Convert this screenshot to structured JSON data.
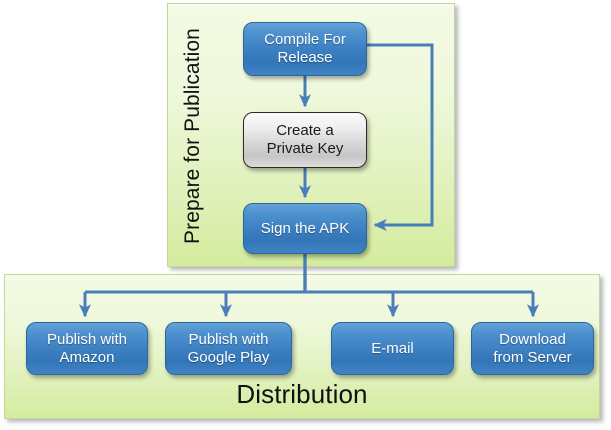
{
  "diagram": {
    "title": "Prepare for Publication and Distribution flow",
    "type": "flowchart",
    "colors": {
      "node_blue_fill": "#3d80c2",
      "node_blue_border": "#2f6699",
      "node_gray_fill": "#d2d2d2",
      "node_gray_border": "#2a2a2a",
      "panel_fill": "#e4f3c4",
      "panel_border": "#c3d69b",
      "connector": "#4a7ebb",
      "text_light": "#ffffff",
      "text_dark": "#111111"
    }
  },
  "groups": {
    "prepare": {
      "title": "Prepare for Publication",
      "nodes": [
        {
          "id": "compile",
          "label": "Compile For\nRelease",
          "line1": "Compile For",
          "line2": "Release",
          "style": "blue"
        },
        {
          "id": "private_key",
          "label": "Create a\nPrivate Key",
          "line1": "Create a",
          "line2": "Private Key",
          "style": "gray"
        },
        {
          "id": "sign",
          "label": "Sign the APK",
          "line1": "Sign the APK",
          "line2": "",
          "style": "blue"
        }
      ]
    },
    "distribution": {
      "title": "Distribution",
      "nodes": [
        {
          "id": "amazon",
          "label": "Publish with\nAmazon",
          "line1": "Publish with",
          "line2": "Amazon",
          "style": "blue"
        },
        {
          "id": "google_play",
          "label": "Publish with\nGoogle Play",
          "line1": "Publish with",
          "line2": "Google Play",
          "style": "blue"
        },
        {
          "id": "email",
          "label": "E-mail",
          "line1": "E-mail",
          "line2": "",
          "style": "blue"
        },
        {
          "id": "download",
          "label": "Download\nfrom Server",
          "line1": "Download",
          "line2": "from Server",
          "style": "blue"
        }
      ]
    }
  },
  "edges": [
    {
      "from": "compile",
      "to": "private_key",
      "kind": "arrow-down"
    },
    {
      "from": "private_key",
      "to": "sign",
      "kind": "arrow-down"
    },
    {
      "from": "compile",
      "to": "sign",
      "kind": "feedback-loop-right"
    },
    {
      "from": "sign",
      "to": "amazon",
      "kind": "branch-down"
    },
    {
      "from": "sign",
      "to": "google_play",
      "kind": "branch-down"
    },
    {
      "from": "sign",
      "to": "email",
      "kind": "branch-down"
    },
    {
      "from": "sign",
      "to": "download",
      "kind": "branch-down"
    }
  ]
}
